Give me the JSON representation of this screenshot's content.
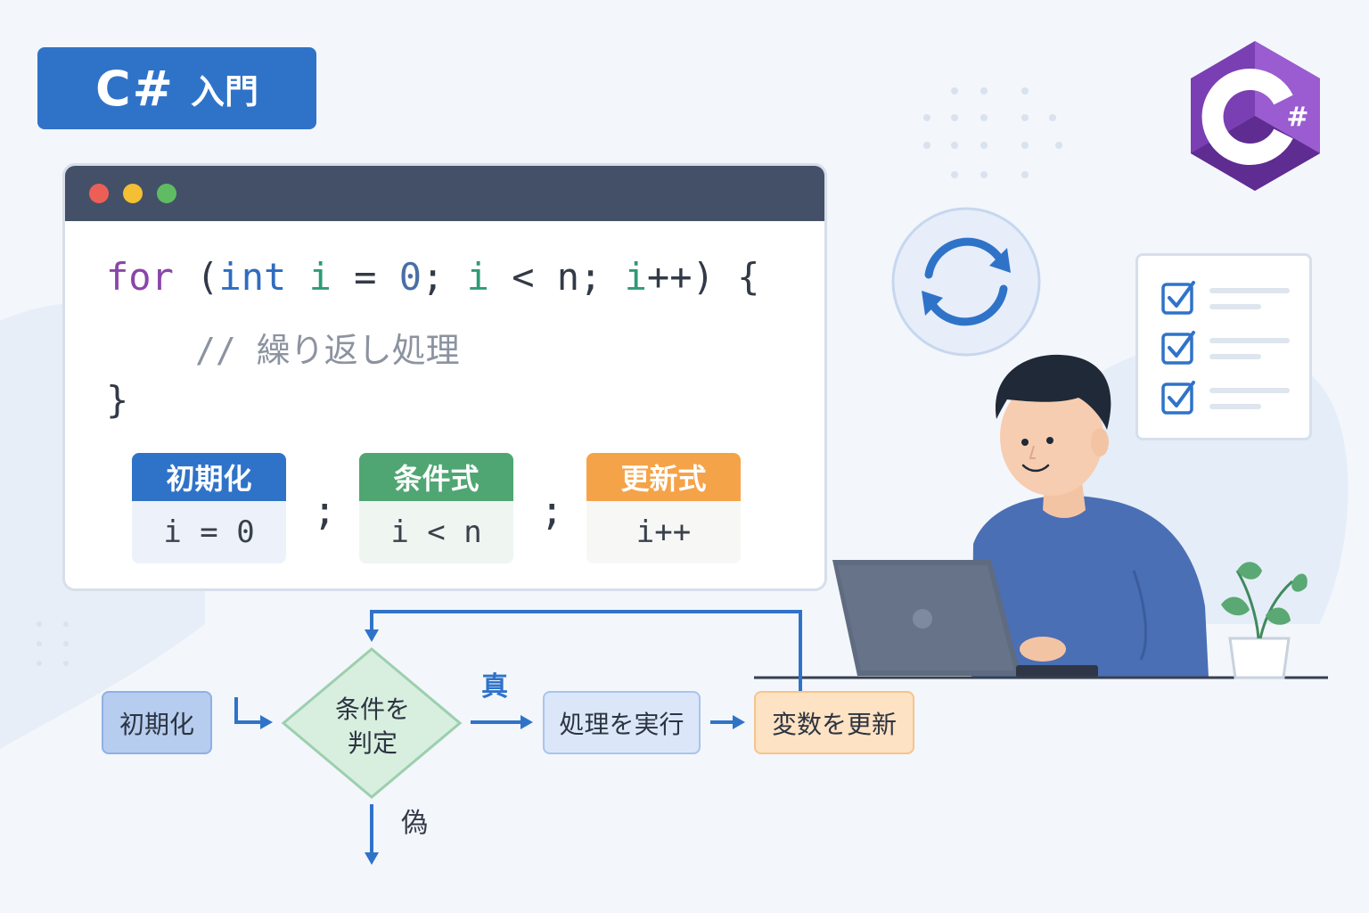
{
  "title": {
    "main": "C#",
    "sub": "入門"
  },
  "code": {
    "keyword_for": "for",
    "open_paren": " (",
    "keyword_int": "int",
    "var_i": " i",
    "assign": " = ",
    "num_zero": "0",
    "semi1": "; ",
    "var_i2": "i",
    "lt_n": " < n; ",
    "var_i3": "i",
    "inc_close": "++) {",
    "comment": "// 繰り返し処理",
    "close_brace": "}"
  },
  "parts": [
    {
      "label": "初期化",
      "expr": "i = 0"
    },
    {
      "label": "条件式",
      "expr": "i < n"
    },
    {
      "label": "更新式",
      "expr": "i++"
    }
  ],
  "separator": ";",
  "flow": {
    "init": "初期化",
    "condition_line1": "条件を",
    "condition_line2": "判定",
    "true_label": "真",
    "false_label": "偽",
    "execute": "処理を実行",
    "update": "変数を更新"
  },
  "logo": {
    "letter": "C",
    "mark": "#"
  },
  "icons": {
    "loop": "refresh-icon",
    "check": "checkbox-checked-icon",
    "person": "person-at-laptop",
    "plant": "plant-icon"
  },
  "colors": {
    "title_bg": "#2f73c9",
    "window_bar": "#435068",
    "init": "#2f73c9",
    "condition": "#4fa672",
    "update": "#f5a348",
    "logo_purple": "#7b3fb4",
    "diamond_fill": "#d8efe0"
  }
}
